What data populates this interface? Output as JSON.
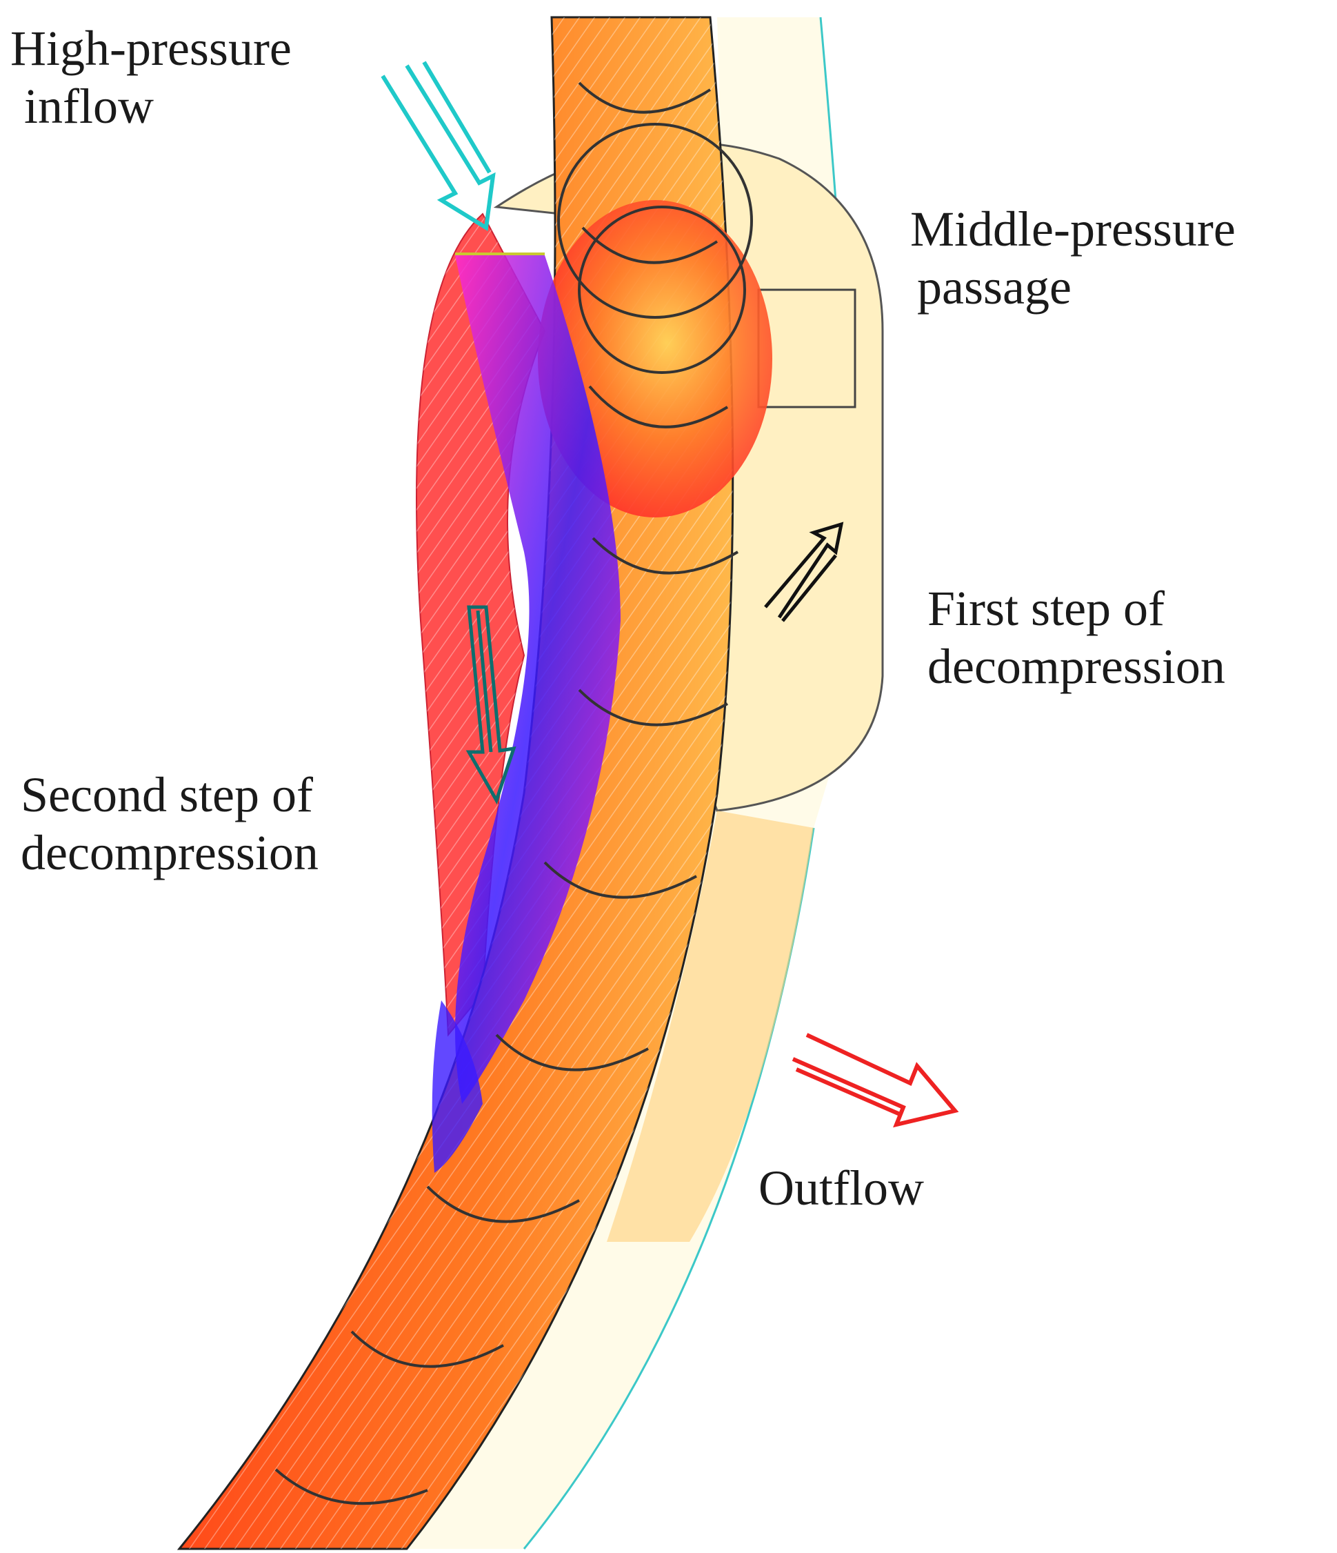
{
  "labels": {
    "high_pressure_inflow": [
      "High-pressure",
      "inflow"
    ],
    "middle_pressure_passage": [
      "Middle-pressure",
      "passage"
    ],
    "first_step": [
      "First step of",
      "decompression"
    ],
    "second_step": [
      "Second step of",
      "decompression"
    ],
    "outflow": "Outflow"
  },
  "colors": {
    "inflow_arrow": "#1fc9c9",
    "outflow_arrow": "#ee2222",
    "internal_arrow": "#111111",
    "outline": "#222222",
    "outer_wall": "#3cc8c8",
    "vector_high": "#ff1a1a",
    "vector_mid": "#ff7a1a",
    "vector_low": "#ffcc33",
    "vector_jet_magenta": "#e020e0",
    "vector_jet_blue": "#2a20ff"
  },
  "icons": {
    "inflow": "double-arrow-down-right",
    "outflow": "double-arrow-right-down",
    "first_step": "double-arrow-up-right",
    "second_step": "double-arrow-down"
  }
}
